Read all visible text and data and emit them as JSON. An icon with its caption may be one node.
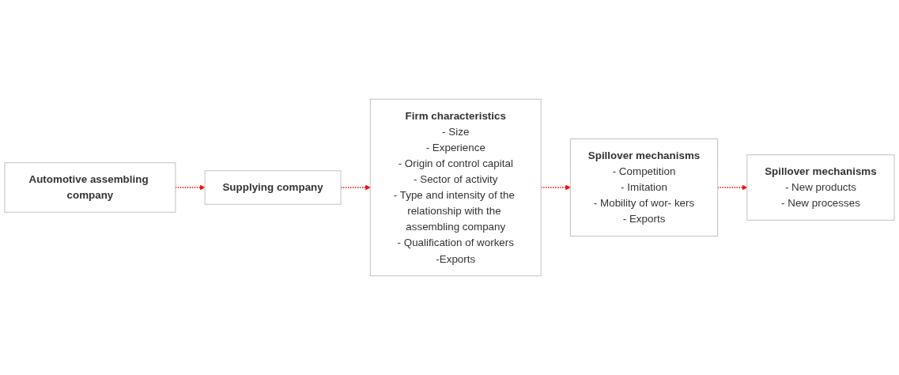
{
  "diagram": {
    "nodes": [
      {
        "text": [
          "Automotive assembling company"
        ]
      },
      {
        "text": [
          "Supplying company"
        ]
      },
      {
        "text": [
          "Firm characteristics",
          "- Size",
          "- Experience",
          "- Origin of control capital",
          "- Sector of activity",
          "- Type and intensity of the relationship with the assembling company",
          "- Qualification of workers",
          "-Exports"
        ]
      },
      {
        "text": [
          "Spillover mechanisms",
          "- Competition",
          "- Imitation",
          "- Mobility of wor- kers",
          "- Exports"
        ]
      },
      {
        "text": [
          "Spillover mechanisms",
          "- New products",
          "- New processes"
        ]
      }
    ],
    "edges": [
      {
        "from": 0,
        "to": 1,
        "arrow": "to",
        "style": "dashed"
      },
      {
        "from": 1,
        "to": 2,
        "arrow": "to",
        "style": "dashed"
      },
      {
        "from": 2,
        "to": 3,
        "arrow": "to",
        "style": "dashed"
      },
      {
        "from": 3,
        "to": 4,
        "arrow": "to",
        "style": "dashed"
      }
    ]
  }
}
